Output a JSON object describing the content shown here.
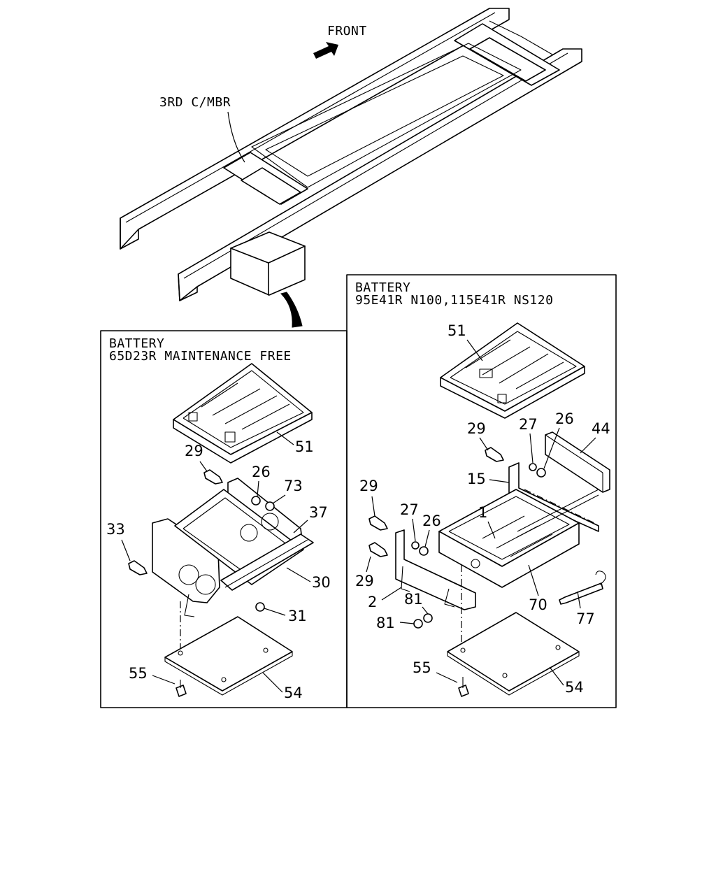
{
  "top": {
    "front_label": "FRONT",
    "crossmember_label": "3RD C/MBR"
  },
  "left_panel": {
    "title_line1": "BATTERY",
    "title_line2": "65D23R MAINTENANCE FREE",
    "callouts": [
      "51",
      "29",
      "26",
      "73",
      "37",
      "33",
      "30",
      "31",
      "55",
      "54"
    ]
  },
  "right_panel": {
    "title_line1": "BATTERY",
    "title_line2": "95E41R N100,115E41R NS120",
    "callouts": [
      "51",
      "29",
      "27",
      "26",
      "44",
      "15",
      "29",
      "27",
      "26",
      "1",
      "29",
      "2",
      "81",
      "70",
      "77",
      "81",
      "55",
      "54"
    ]
  }
}
